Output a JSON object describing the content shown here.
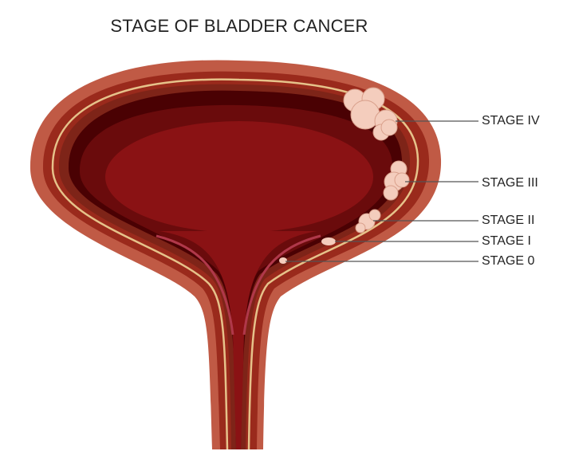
{
  "title": "STAGE OF BLADDER CANCER",
  "labels": [
    {
      "id": "stage-iv",
      "text": "STAGE IV"
    },
    {
      "id": "stage-iii",
      "text": "STAGE III"
    },
    {
      "id": "stage-ii",
      "text": "STAGE II"
    },
    {
      "id": "stage-i",
      "text": "STAGE I"
    },
    {
      "id": "stage-0",
      "text": "STAGE 0"
    }
  ],
  "colors": {
    "outer_wall": "#c05a45",
    "muscle": "#9a2a1c",
    "lining": "#e6c28a",
    "cavity_dark": "#4a0103",
    "cavity_mid": "#6a0b0c",
    "lumen": "#8a1214",
    "tumor": "#f4cdbd"
  }
}
